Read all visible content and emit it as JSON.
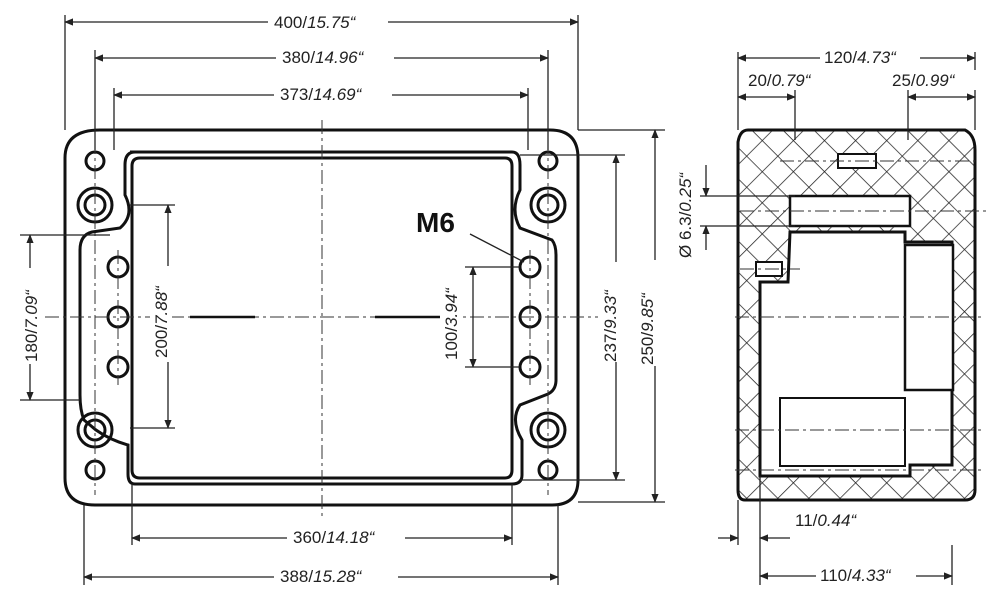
{
  "front_view": {
    "dim_400": {
      "value": "400/",
      "italic": "15.75“"
    },
    "dim_380": {
      "value": "380/",
      "italic": "14.96“"
    },
    "dim_373": {
      "value": "373/",
      "italic": "14.69“"
    },
    "dim_360": {
      "value": "360/",
      "italic": "14.18“"
    },
    "dim_388": {
      "value": "388/",
      "italic": "15.28“"
    },
    "dim_180": {
      "value": "180/",
      "italic": "7.09“"
    },
    "dim_200": {
      "value": "200/",
      "italic": "7.88“"
    },
    "dim_100": {
      "value": "100/",
      "italic": "3.94“"
    },
    "dim_237": {
      "value": "237/",
      "italic": "9.33“"
    },
    "dim_250": {
      "value": "250/",
      "italic": "9.85“"
    },
    "thread_label": "M6"
  },
  "side_view": {
    "dim_120": {
      "value": "120/",
      "italic": "4.73“"
    },
    "dim_20": {
      "value": "20/",
      "italic": "0.79“"
    },
    "dim_25": {
      "value": "25/",
      "italic": "0.99“"
    },
    "dim_diameter": {
      "value": "Ø 6.3/",
      "italic": "0.25“"
    },
    "dim_11": {
      "value": "11/",
      "italic": "0.44“"
    },
    "dim_110": {
      "value": "110/",
      "italic": "4.33“"
    }
  }
}
